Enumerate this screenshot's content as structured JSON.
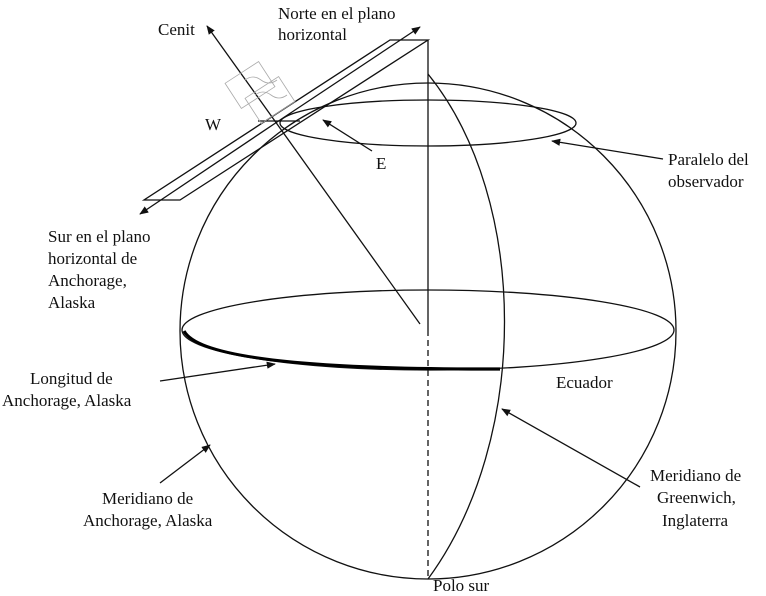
{
  "labels": {
    "cenit": "Cenit",
    "norte_1": "Norte en el plano",
    "norte_2": "horizontal",
    "w": "W",
    "e": "E",
    "paralelo_1": "Paralelo del",
    "paralelo_2": "observador",
    "sur_1": "Sur en el plano",
    "sur_2": "horizontal de",
    "sur_3": "Anchorage,",
    "sur_4": "Alaska",
    "longitud_1": "Longitud de",
    "longitud_2": "Anchorage, Alaska",
    "ecuador": "Ecuador",
    "meridiano_anch_1": "Meridiano de",
    "meridiano_anch_2": "Anchorage, Alaska",
    "meridiano_green_1": "Meridiano de",
    "meridiano_green_2": "Greenwich,",
    "meridiano_green_3": "Inglaterra",
    "polo_sur": "Polo sur"
  },
  "colors": {
    "line": "#111111",
    "background": "#ffffff"
  }
}
